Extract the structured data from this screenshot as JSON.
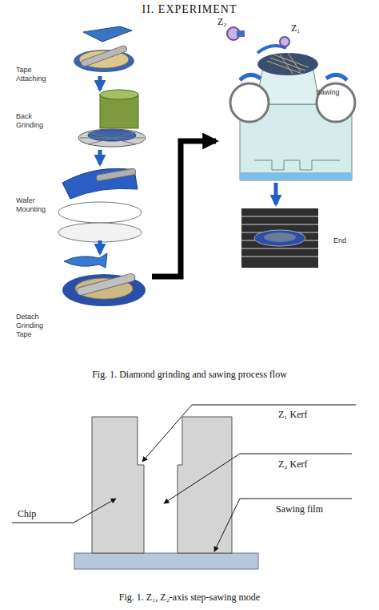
{
  "diagram": {
    "title": "II. EXPERIMENT",
    "caption": "Fig. 1. Diamond grinding and sawing process flow",
    "nodes": [
      {
        "text": [
          "Tape Attaching"
        ]
      },
      {
        "text": [
          "Back Grinding"
        ]
      },
      {
        "text": [
          "Wafer Mounting"
        ]
      },
      {
        "text": [
          "Detach Grinding Tape"
        ]
      },
      {
        "text": [
          "Sawing"
        ]
      },
      {
        "text": [
          "End"
        ]
      }
    ],
    "edges": [
      {
        "from": 0,
        "to": 1,
        "arrow": "to"
      },
      {
        "from": 1,
        "to": 2,
        "arrow": "to"
      },
      {
        "from": 2,
        "to": 3,
        "arrow": "to"
      },
      {
        "from": 3,
        "to": 4,
        "arrow": "to"
      },
      {
        "from": 4,
        "to": 5,
        "arrow": "to"
      }
    ],
    "labels": [
      "Z₂",
      "Z₁",
      "Z₁ Kerf",
      "Z₂ Kerf",
      "Chip",
      "Sawing film",
      "Fig. 1. Z₁, Z₂-axis step-sawing mode"
    ]
  }
}
